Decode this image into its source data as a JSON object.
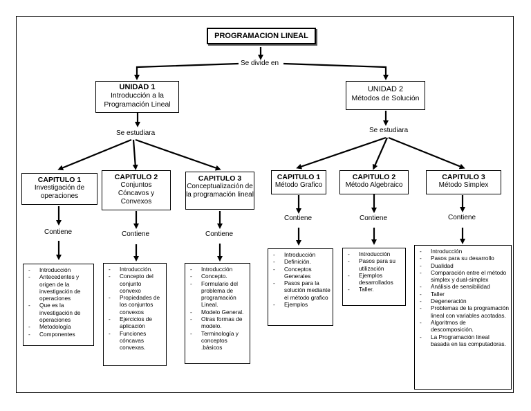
{
  "title": "PROGRAMACION LINEAL",
  "divide_label": "Se divide en",
  "units": [
    {
      "heading": "UNIDAD 1",
      "subtitle": "Introducción a la Programación Lineal",
      "study_label": "Se estudiara",
      "chapters": [
        {
          "heading": "CAPITULO 1",
          "subtitle": "Investigación de operaciones",
          "contains_label": "Contiene",
          "items": [
            "Introducción",
            "Antecedentes y origen de la investigación de operaciones",
            "Que es la investigación de operaciones",
            "Metodología",
            "Componentes"
          ]
        },
        {
          "heading": "CAPITULO 2",
          "subtitle": "Conjuntos Cóncavos y Convexos",
          "contains_label": "Contiene",
          "items": [
            "Introducción.",
            "Concepto del conjunto convexo",
            "Propiedades de los conjuntos convexos",
            "Ejercicios de aplicación",
            "Funciones cóncavas convexas."
          ]
        },
        {
          "heading": "CAPITULO 3",
          "subtitle": "Conceptualización de la programación lineal",
          "contains_label": "Contiene",
          "items": [
            "Introducción",
            "Concepto.",
            "Formulario del problema de programación Lineal.",
            "Modelo General.",
            "Otras formas de modelo.",
            "Terminología y conceptos .básicos"
          ]
        }
      ]
    },
    {
      "heading": "UNIDAD 2",
      "subtitle": "Métodos de Solución",
      "study_label": "Se estudiara",
      "chapters": [
        {
          "heading": "CAPITULO 1",
          "subtitle": "Método Grafico",
          "contains_label": "Contiene",
          "items": [
            "Introducción",
            "Definición.",
            "Conceptos Generales",
            "Pasos para la solución mediante el método grafico",
            "Ejemplos"
          ]
        },
        {
          "heading": "CAPITULO 2",
          "subtitle": "Método Algebraico",
          "contains_label": "Contiene",
          "items": [
            "Introducción",
            "Pasos para su utilización",
            "Ejemplos desarrollados",
            "Taller."
          ]
        },
        {
          "heading": "CAPITULO 3",
          "subtitle": "Método Simplex",
          "contains_label": "Contiene",
          "items": [
            "Introducción",
            "Pasos para su desarrollo",
            "Dualidad",
            "Comparación entre el método simplex y dual-simplex",
            "Análisis de sensibilidad",
            "Taller",
            "Degeneración",
            "Problemas de la programación lineal con variables acotadas.",
            "Algoritmos de descomposición.",
            "La Programación lineal basada en las computadoras."
          ]
        }
      ]
    }
  ]
}
